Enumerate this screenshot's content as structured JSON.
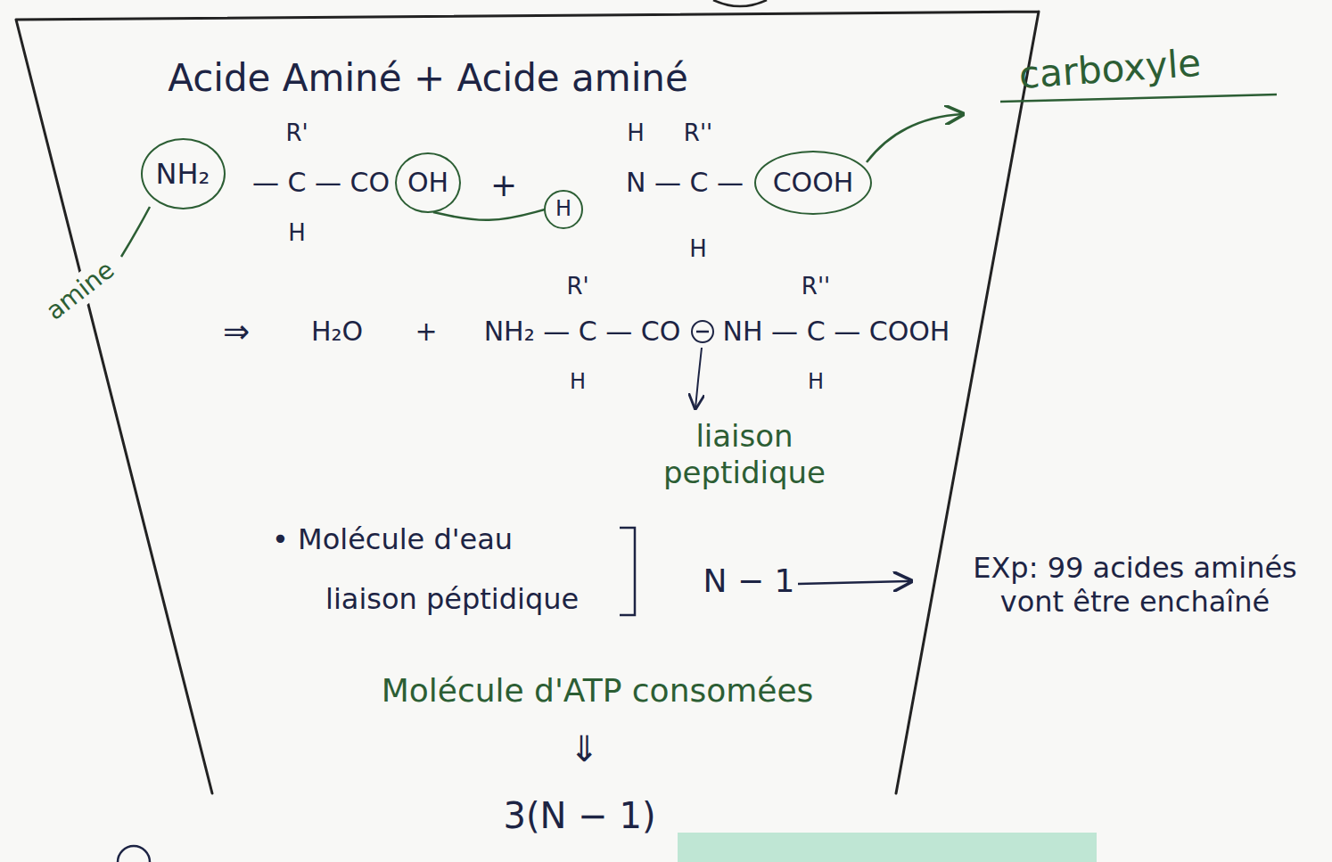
{
  "diagram": {
    "title": "Acide Aminé + Acide aminé",
    "nodes": [
      {
        "text": [
          "NH₂"
        ]
      },
      {
        "text": [
          "OH"
        ]
      },
      {
        "text": [
          "H"
        ]
      },
      {
        "text": [
          "COOH"
        ]
      }
    ],
    "edges": [
      {
        "from": 1,
        "to": 2,
        "arrow": "none"
      }
    ],
    "labels": [
      "R'",
      "— C — CO",
      "H",
      "+",
      "H",
      "R''",
      "N — C —",
      "H",
      "carboxyle",
      "amine",
      "⇒",
      "H₂O",
      "+",
      "R'",
      "NH₂ — C — CO",
      "H",
      "R''",
      "NH — C — COOH",
      "H",
      "liaison peptidique",
      "• Molécule d'eau",
      "liaison péptidique",
      "N − 1",
      "EXp: 99 acides aminés vont être enchaîné",
      "Molécule d'ATP consomées",
      "⇓",
      "3(N − 1)"
    ]
  }
}
